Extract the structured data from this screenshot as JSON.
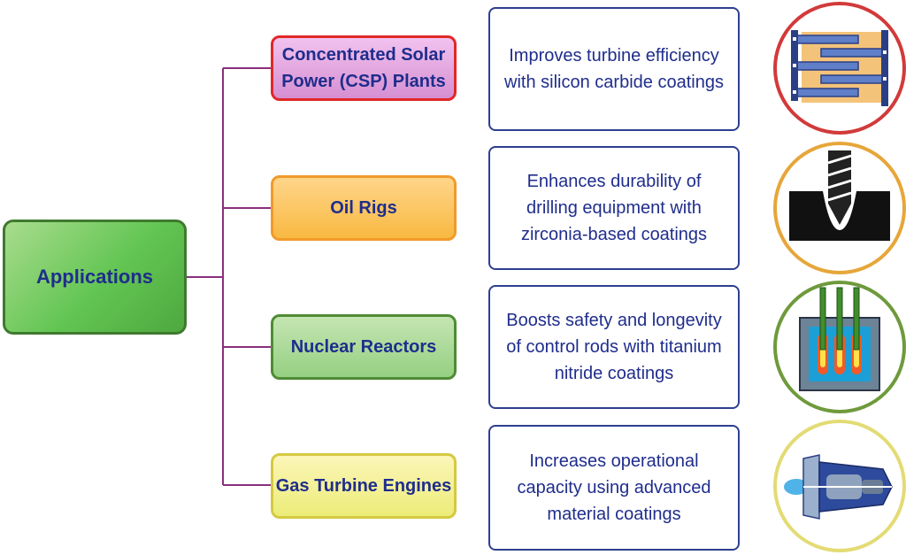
{
  "root": {
    "label": "Applications"
  },
  "categories": [
    {
      "label": "Concentrated Solar Power (CSP) Plants",
      "description": "Improves turbine efficiency with silicon carbide coatings",
      "icon": "solar-receiver-icon",
      "border_color": "#e02828",
      "icon_ring_color": "#d23a3a"
    },
    {
      "label": "Oil Rigs",
      "description": "Enhances durability of drilling equipment with zirconia-based coatings",
      "icon": "drill-bit-icon",
      "border_color": "#f09a2a",
      "icon_ring_color": "#e7a63a"
    },
    {
      "label": "Nuclear Reactors",
      "description": "Boosts safety and longevity of control rods with titanium nitride coatings",
      "icon": "reactor-core-icon",
      "border_color": "#4f8c35",
      "icon_ring_color": "#6f9a3c"
    },
    {
      "label": "Gas Turbine Engines",
      "description": "Increases operational capacity using advanced material coatings",
      "icon": "turbine-engine-icon",
      "border_color": "#d5c941",
      "icon_ring_color": "#e3db74"
    }
  ],
  "colors": {
    "text": "#1f2d8c",
    "connector": "#8a2f7d",
    "description_border": "#2e3f8f"
  }
}
